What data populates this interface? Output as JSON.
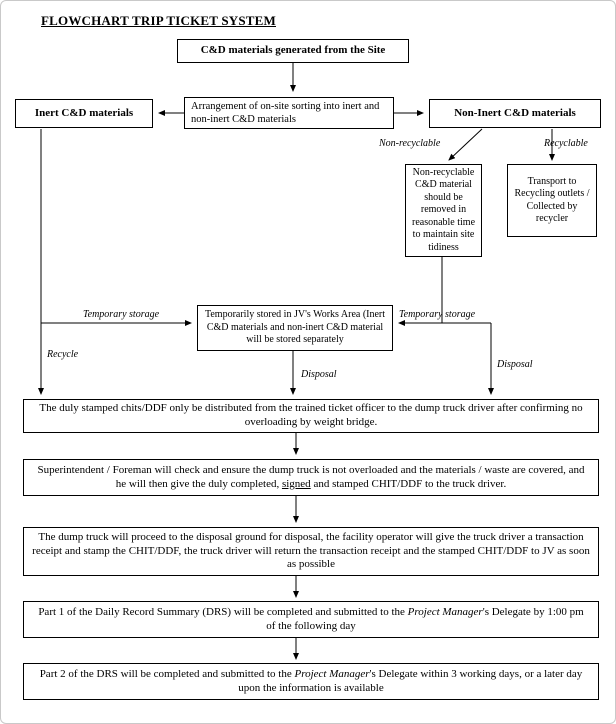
{
  "title": "FLOWCHART TRIP TICKET SYSTEM",
  "nodes": {
    "generated": "C&D materials generated from the Site",
    "sorting": "Arrangement of on-site sorting into inert and non-inert C&D materials",
    "inert": "Inert C&D materials",
    "non_inert": "Non-Inert C&D materials",
    "non_recyclable_box": "Non-recyclable C&D material should be removed in reasonable time to maintain site tidiness",
    "transport": "Transport to Recycling outlets / Collected by recycler",
    "temp_stored": "Temporarily stored in JV's Works Area (Inert C&D materials and non-inert C&D material will be stored separately",
    "wide1": "The duly stamped chits/DDF only be distributed from the trained ticket officer to the dump truck driver after confirming no overloading by weight bridge.",
    "wide2_pre": "Superintendent / Foreman will check and ensure the dump truck is not overloaded and the materials / waste are covered, and he will then give the duly completed, ",
    "wide2_signed": "signed",
    "wide2_post": " and stamped CHIT/DDF to the truck driver.",
    "wide3": "The dump truck will proceed to the disposal ground for disposal, the facility operator will give the truck driver a transaction receipt and stamp the CHIT/DDF, the truck driver will return the transaction receipt and the stamped CHIT/DDF to JV as soon as possible",
    "wide4_pre": "Part 1 of the Daily Record Summary (DRS) will be completed and submitted to the ",
    "wide4_italic": "Project Manager",
    "wide4_post": "'s Delegate by 1:00 pm of the following day",
    "wide5_pre": "Part 2 of the DRS will be completed and submitted to the ",
    "wide5_italic": "Project Manager",
    "wide5_post": "'s Delegate within 3 working days, or a later day upon the information is available"
  },
  "labels": {
    "non_recyclable": "Non-recyclable",
    "recyclable": "Recyclable",
    "temporary_storage_left": "Temporary storage",
    "temporary_storage_right": "Temporary storage",
    "recycle": "Recycle",
    "disposal_center": "Disposal",
    "disposal_right": "Disposal"
  },
  "colors": {
    "line": "#000000",
    "box_border": "#000000",
    "background": "#ffffff"
  }
}
